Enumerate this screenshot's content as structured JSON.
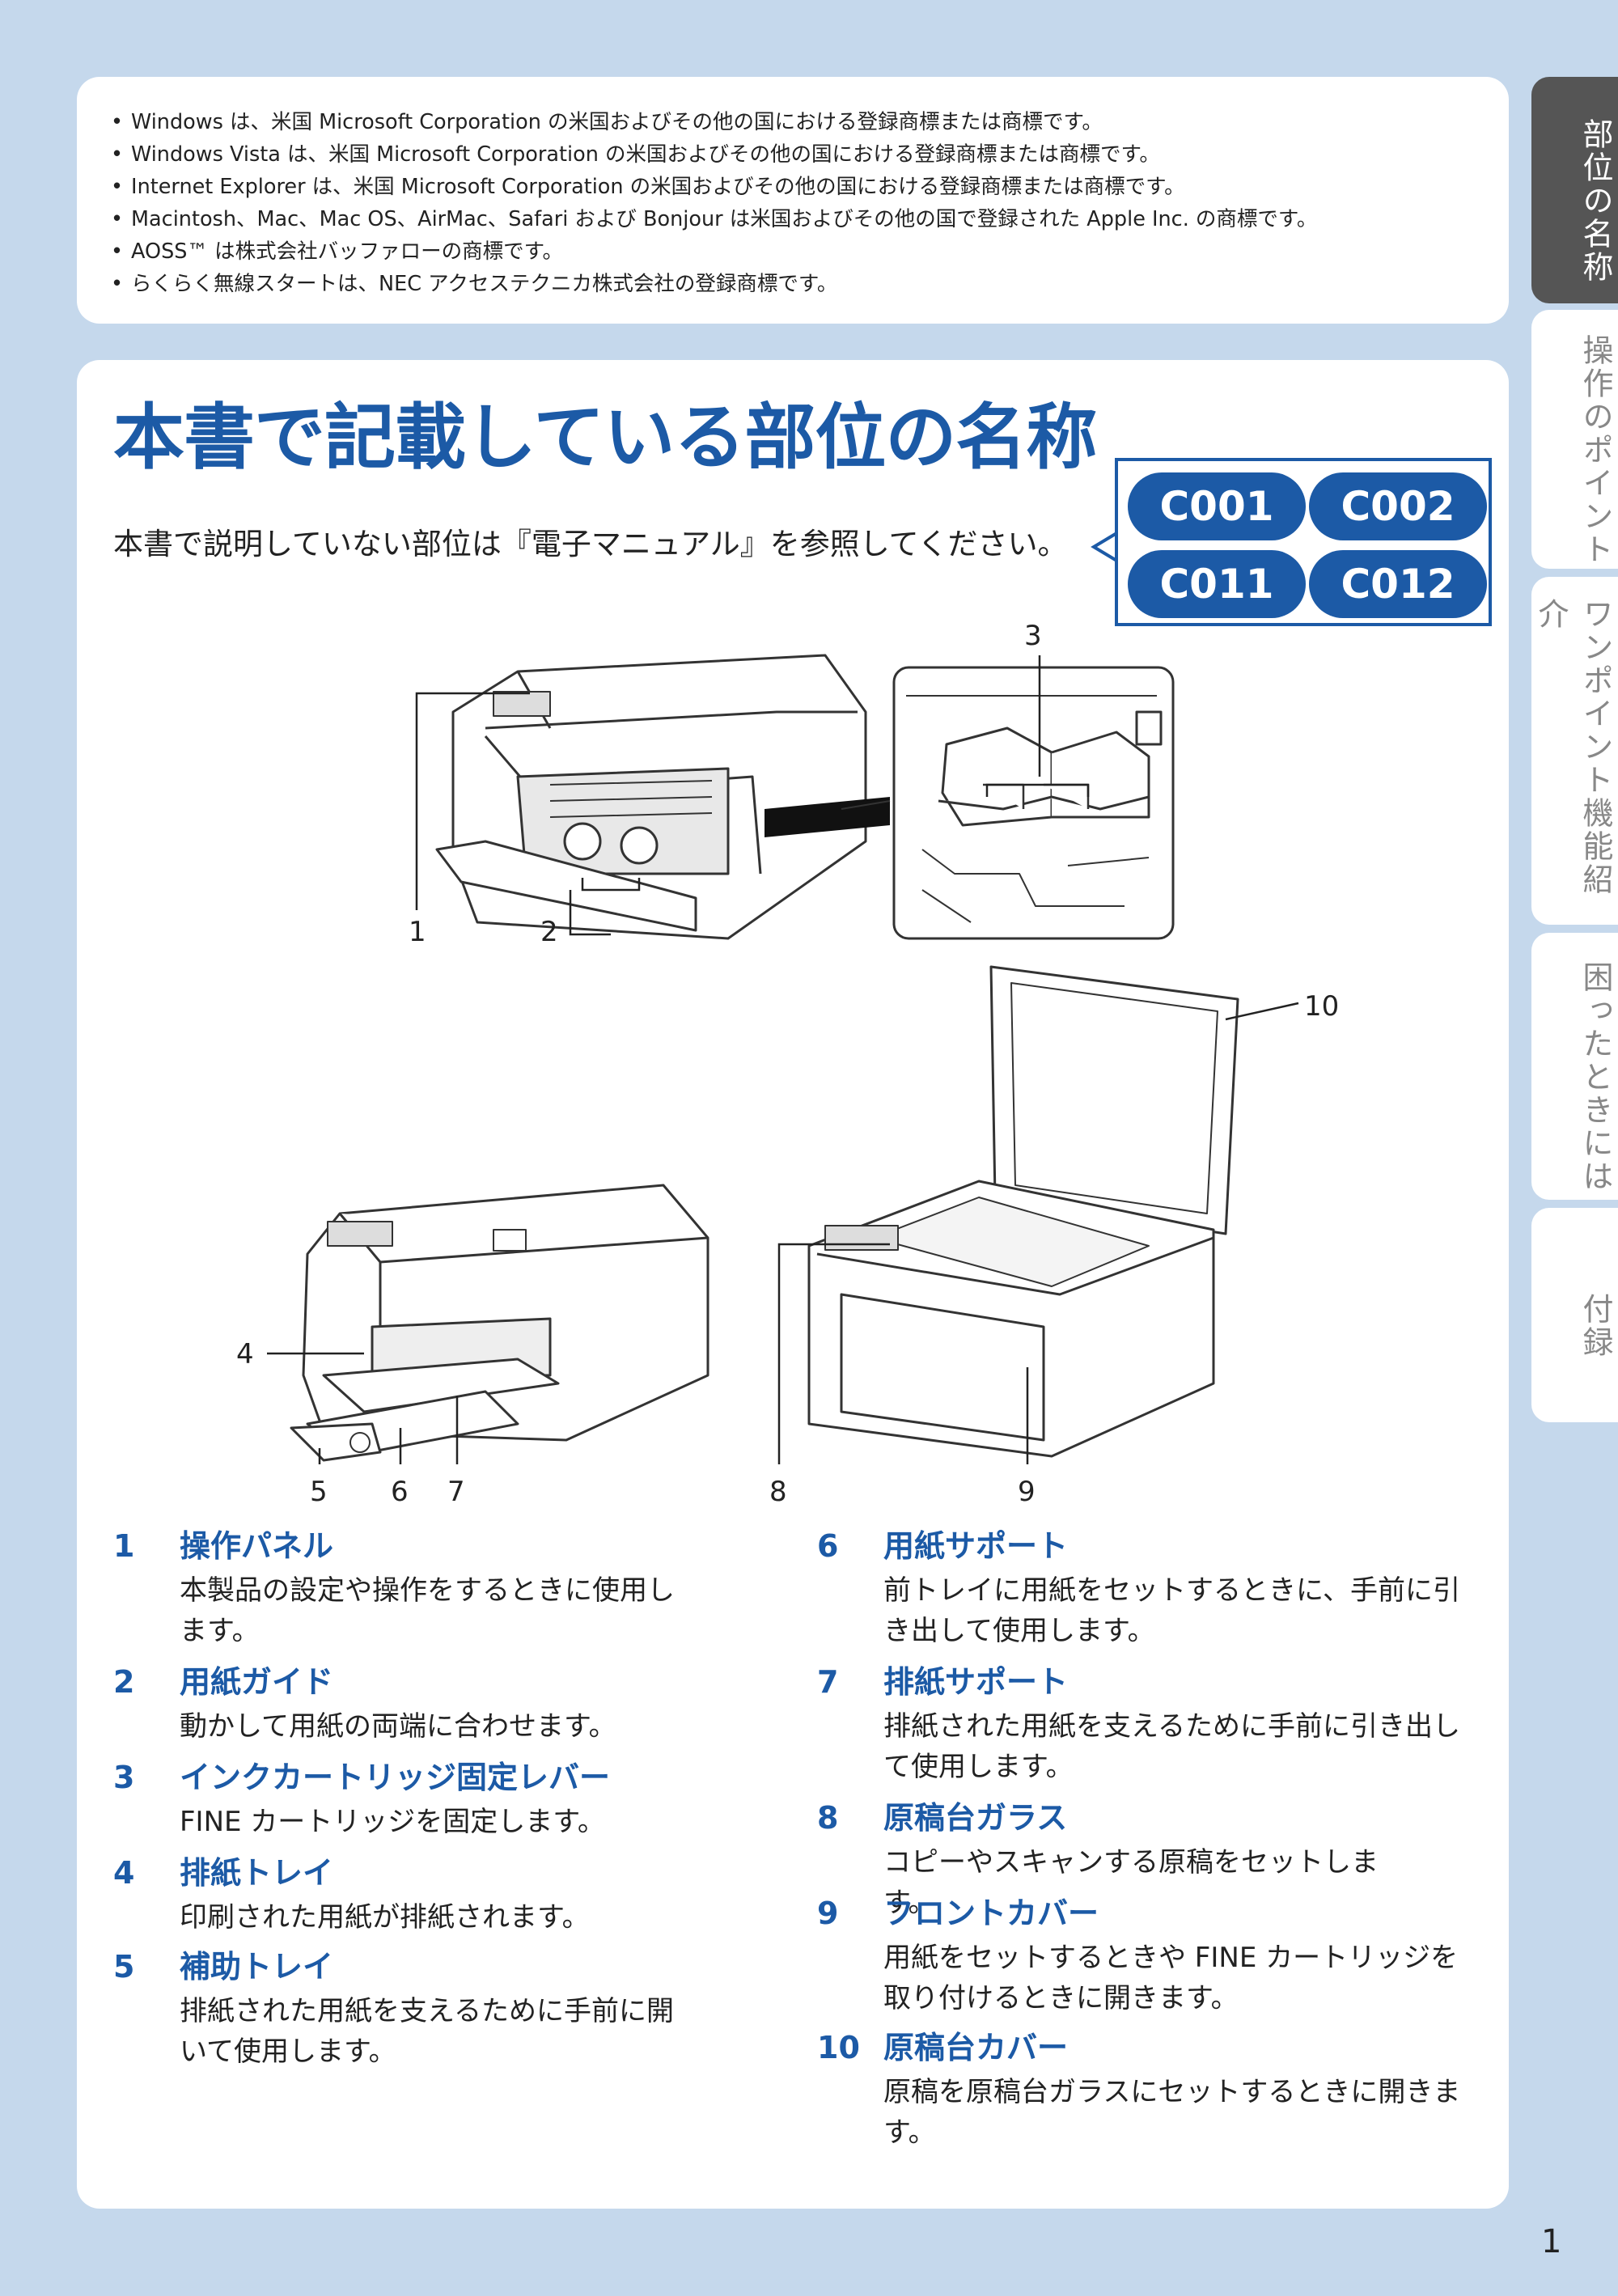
{
  "trademarks": [
    "Windows は、米国 Microsoft Corporation の米国およびその他の国における登録商標または商標です。",
    "Windows Vista は、米国 Microsoft Corporation の米国およびその他の国における登録商標または商標です。",
    "Internet Explorer は、米国 Microsoft Corporation の米国およびその他の国における登録商標または商標です。",
    "Macintosh、Mac、Mac OS、AirMac、Safari および Bonjour は米国およびその他の国で登録された Apple Inc. の商標です。",
    "AOSS™ は株式会社バッファローの商標です。",
    "らくらく無線スタートは、NEC アクセステクニカ株式会社の登録商標です。"
  ],
  "title": "本書で記載している部位の名称",
  "intro": "本書で説明していない部位は『電子マニュアル』を参照してください。",
  "codes": [
    "C001",
    "C002",
    "C011",
    "C012"
  ],
  "callouts": [
    "1",
    "2",
    "3",
    "4",
    "5",
    "6",
    "7",
    "8",
    "9",
    "10"
  ],
  "parts_left": [
    {
      "num": "1",
      "name": "操作パネル",
      "desc": "本製品の設定や操作をするときに使用します。"
    },
    {
      "num": "2",
      "name": "用紙ガイド",
      "desc": "動かして用紙の両端に合わせます。"
    },
    {
      "num": "3",
      "name": "インクカートリッジ固定レバー",
      "desc": "FINE カートリッジを固定します。"
    },
    {
      "num": "4",
      "name": "排紙トレイ",
      "desc": "印刷された用紙が排紙されます。"
    },
    {
      "num": "5",
      "name": "補助トレイ",
      "desc": "排紙された用紙を支えるために手前に開いて使用します。"
    }
  ],
  "parts_right": [
    {
      "num": "6",
      "name": "用紙サポート",
      "desc": "前トレイに用紙をセットするときに、手前に引き出して使用します。"
    },
    {
      "num": "7",
      "name": "排紙サポート",
      "desc": "排紙された用紙を支えるために手前に引き出して使用します。"
    },
    {
      "num": "8",
      "name": "原稿台ガラス",
      "desc": "コピーやスキャンする原稿をセットします。"
    },
    {
      "num": "9",
      "name": "フロントカバー",
      "desc": "用紙をセットするときや FINE カートリッジを取り付けるときに開きます。"
    },
    {
      "num": "10",
      "name": "原稿台カバー",
      "desc": "原稿を原稿台ガラスにセットするときに開きます。"
    }
  ],
  "tabs": [
    {
      "label": "部位の名称",
      "active": true
    },
    {
      "label": "操作のポイント",
      "active": false
    },
    {
      "label": "ワンポイント機能紹介",
      "active": false
    },
    {
      "label": "困ったときには",
      "active": false
    },
    {
      "label": "付録",
      "active": false
    }
  ],
  "page_number": "1",
  "colors": {
    "accent": "#1c5aa6",
    "background": "#c5d8ec",
    "tab_active": "#555555"
  }
}
